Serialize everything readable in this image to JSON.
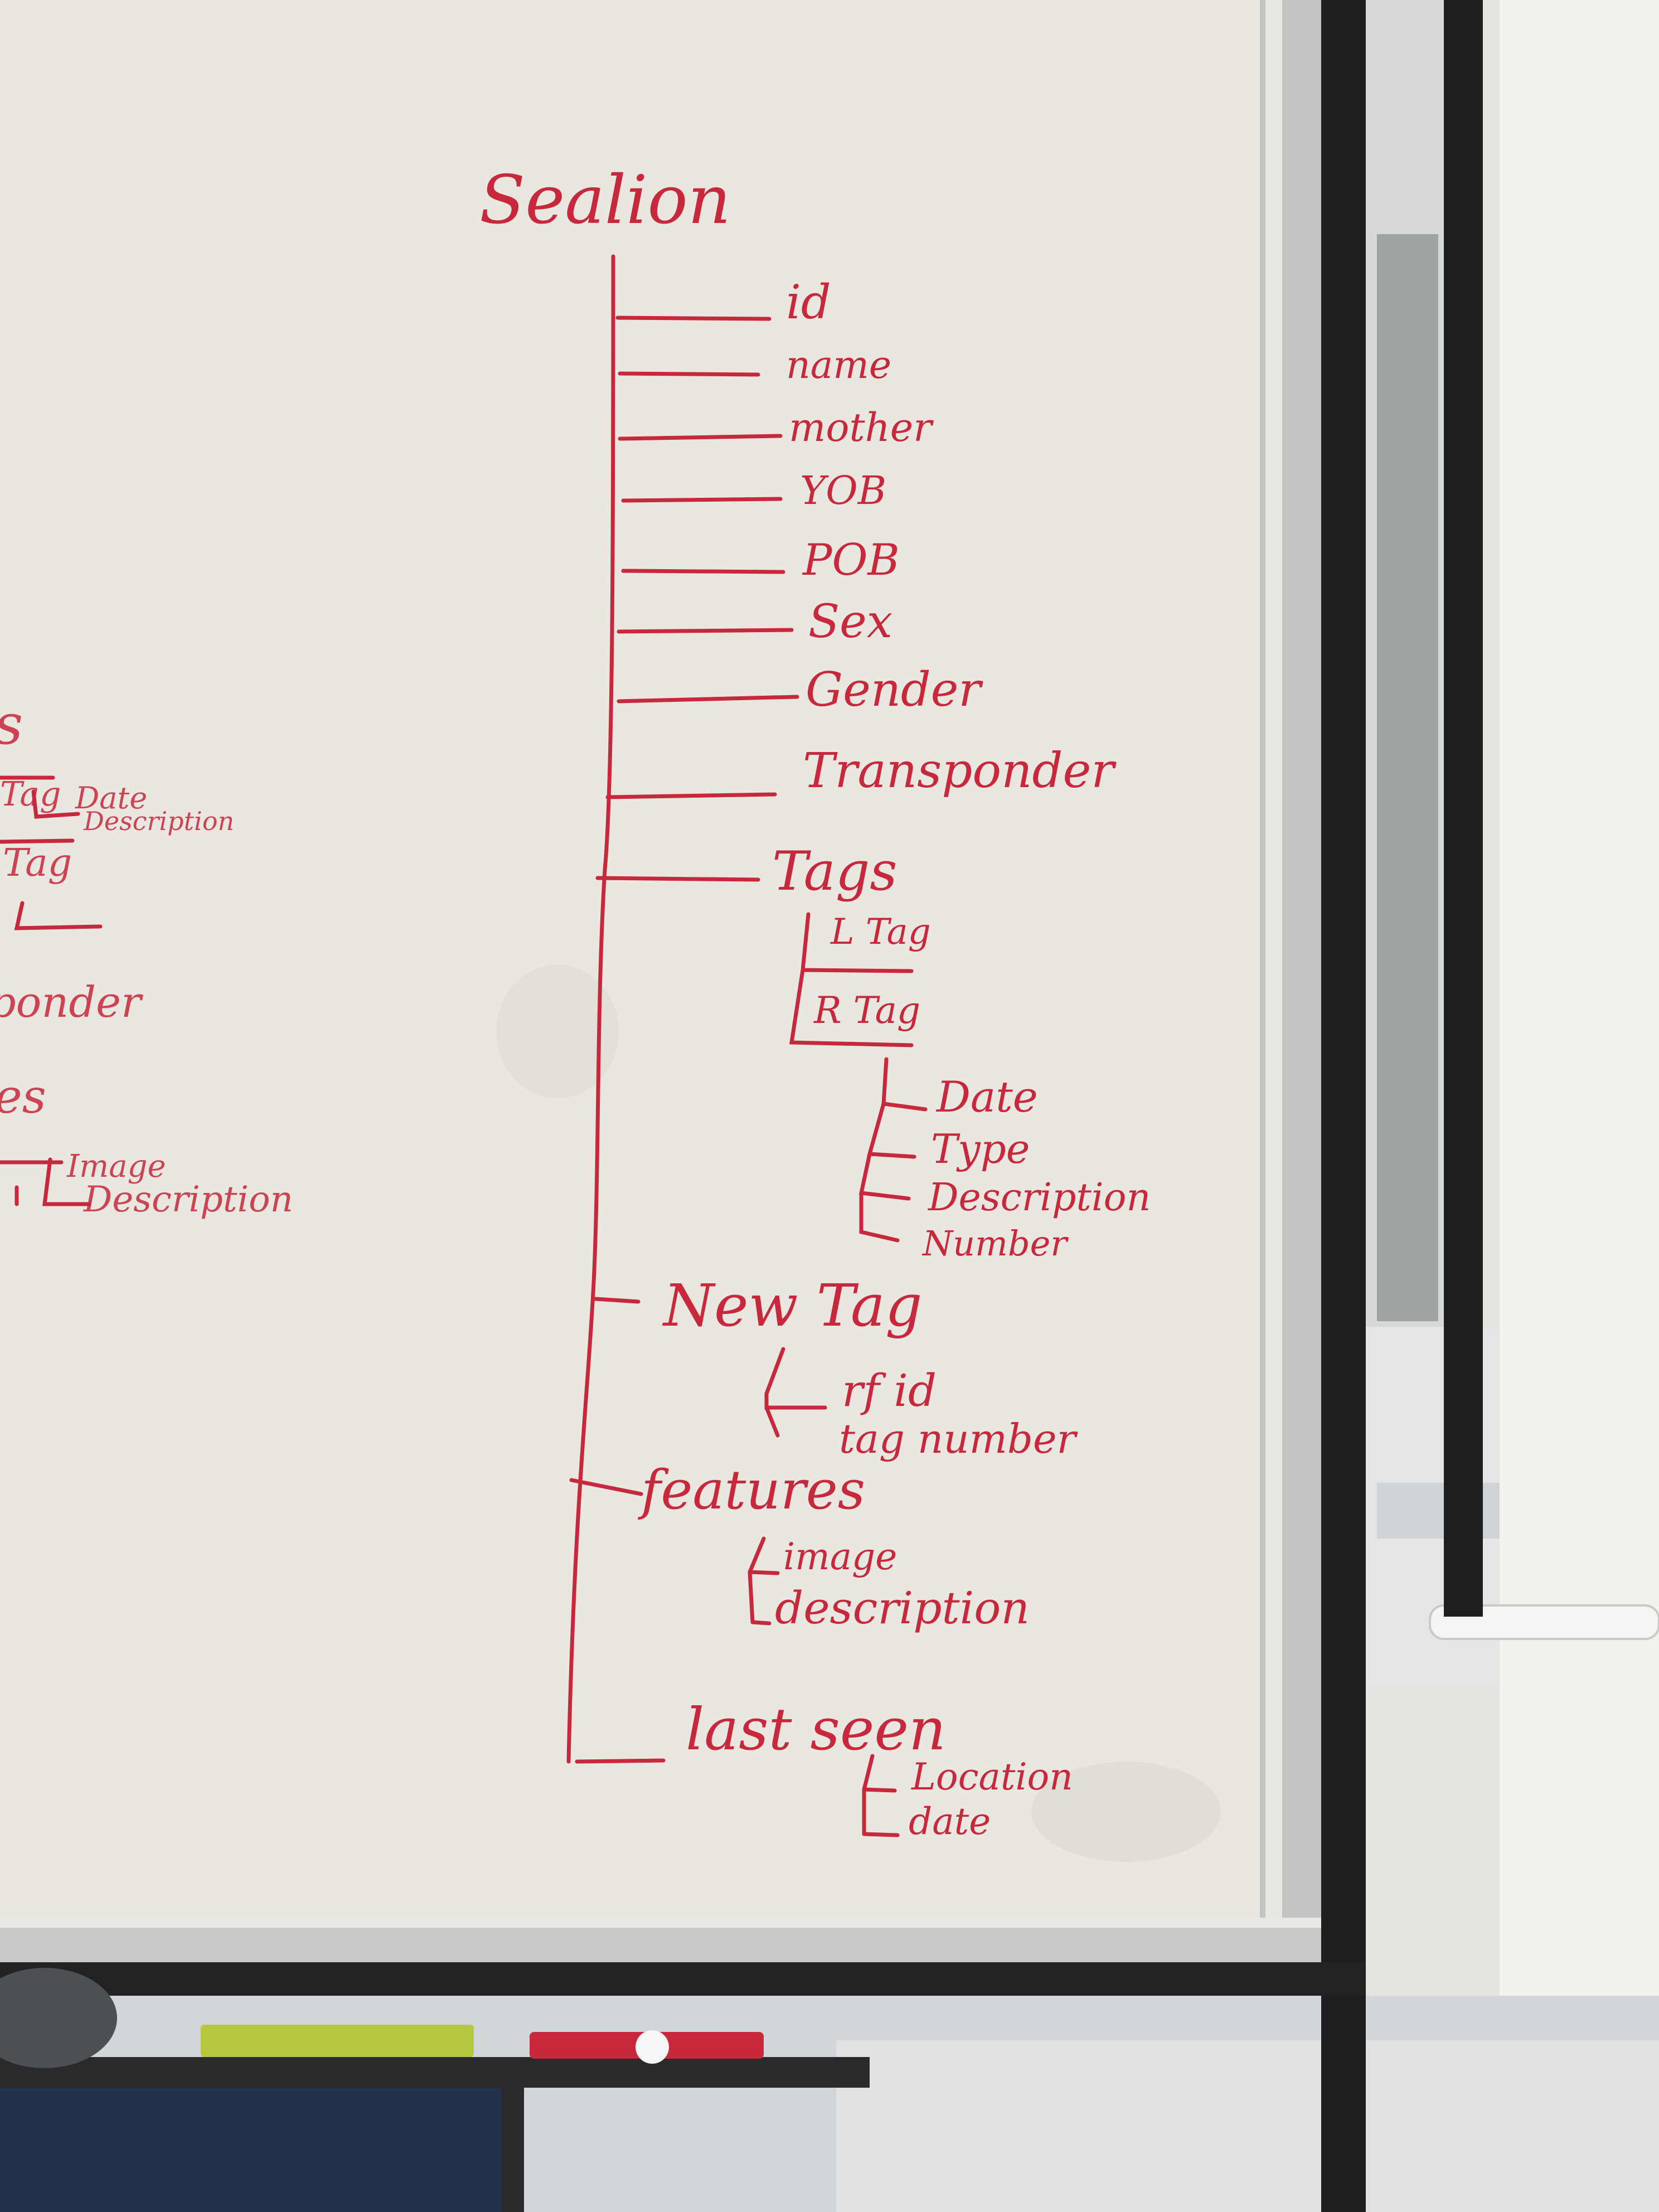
{
  "colors": {
    "marker": "#c8283c",
    "board": "#e9e7df",
    "frame": "#bfc0bd",
    "stand": "#1f1f21",
    "wall": "#eeeeea"
  },
  "tree": {
    "root": "Sealion",
    "fields": [
      "id",
      "name",
      "mother",
      "YOB",
      "POB",
      "Sex",
      "Gender",
      "Transponder"
    ],
    "tags": {
      "label": "Tags",
      "children": [
        "L Tag",
        "R Tag"
      ],
      "sub_fields": [
        "Date",
        "Type",
        "Description",
        "Number"
      ]
    },
    "new_tag": {
      "label": "New Tag",
      "children": [
        "rf id",
        "tag number"
      ]
    },
    "features": {
      "label": "features",
      "children": [
        "image",
        "description"
      ]
    },
    "last_seen": {
      "label": "last seen",
      "children": [
        "Location",
        "date"
      ]
    }
  },
  "left_fragments": {
    "items": [
      "s",
      "Tag",
      "Date",
      "Description",
      "Tag",
      "ponder",
      "es",
      "Image",
      "Description"
    ]
  }
}
